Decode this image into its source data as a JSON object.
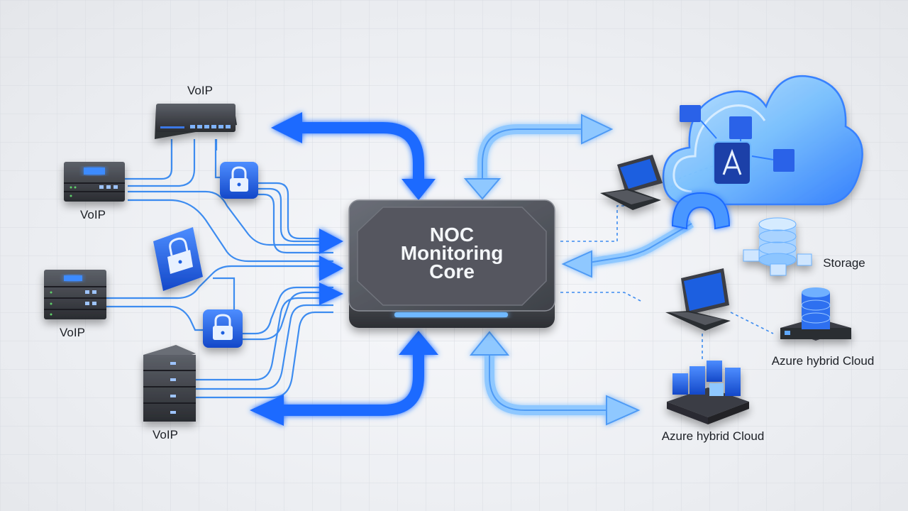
{
  "core": {
    "line1": "NOC",
    "line2": "Monitoring",
    "line3": "Core"
  },
  "left_nodes": [
    {
      "label": "VoIP",
      "icon": "network-switch-icon"
    },
    {
      "label": "VoIP",
      "icon": "rack-appliance-icon"
    },
    {
      "label": "VoIP",
      "icon": "rack-appliance-icon"
    },
    {
      "label": "VoIP",
      "icon": "server-stack-icon"
    }
  ],
  "right_nodes": [
    {
      "label": "Storage",
      "icon": "database-cluster-icon"
    },
    {
      "label": "Azure hybrid Cloud",
      "icon": "database-appliance-icon"
    },
    {
      "label": "Azure hybrid Cloud",
      "icon": "datacenter-blocks-icon"
    }
  ],
  "cloud": {
    "icon": "cloud-icon",
    "badge_icon": "azure-logo-icon"
  },
  "security": {
    "icon": "padlock-icon",
    "count": 3
  },
  "colors": {
    "accent_blue": "#1f6bff",
    "light_blue": "#5aa9f5",
    "core_dark": "#4a4d55",
    "text": "#1d2026"
  }
}
